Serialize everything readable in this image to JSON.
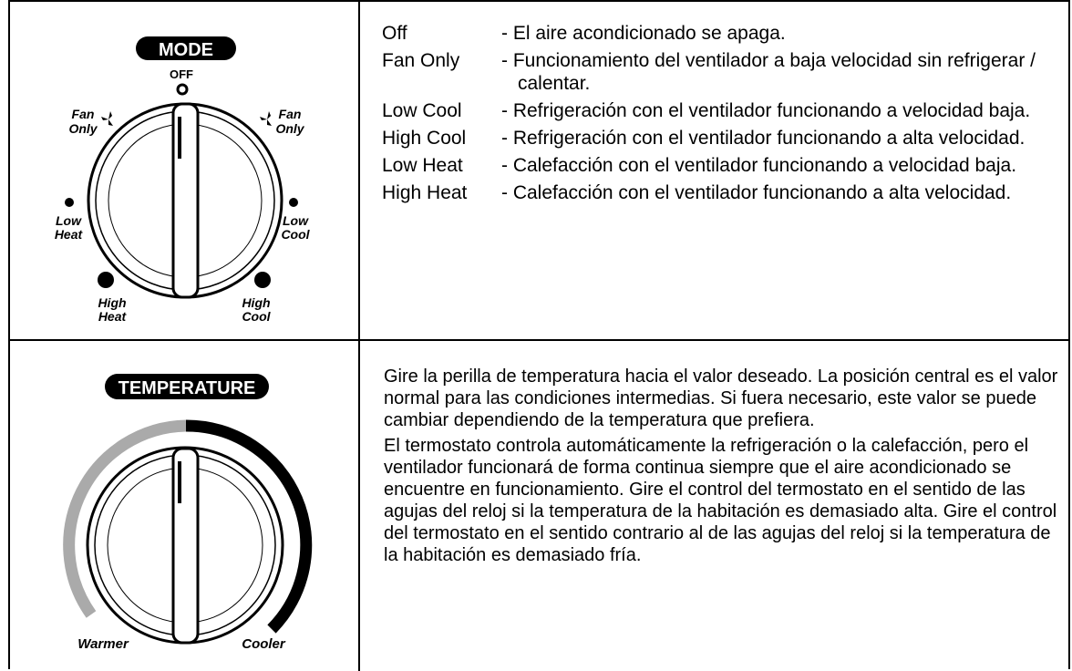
{
  "mode_dial": {
    "badge": "MODE",
    "off": "OFF",
    "fan_only_line1": "Fan",
    "fan_only_line2": "Only",
    "low_heat_line1": "Low",
    "low_heat_line2": "Heat",
    "low_cool_line1": "Low",
    "low_cool_line2": "Cool",
    "high_heat_line1": "High",
    "high_heat_line2": "Heat",
    "high_cool_line1": "High",
    "high_cool_line2": "Cool"
  },
  "modes": [
    {
      "name": "Off",
      "desc": "- El aire acondicionado se apaga."
    },
    {
      "name": "Fan Only",
      "desc": "- Funcionamiento del ventilador a baja velocidad sin refrigerar / calentar."
    },
    {
      "name": "Low Cool",
      "desc": "- Refrigeración con el ventilador funcionando a velocidad baja."
    },
    {
      "name": "High Cool",
      "desc": "- Refrigeración con el ventilador funcionando a alta velocidad."
    },
    {
      "name": "Low Heat",
      "desc": "- Calefacción con el ventilador funcionando a velocidad baja."
    },
    {
      "name": "High Heat",
      "desc": "- Calefacción con el ventilador funcionando a alta velocidad."
    }
  ],
  "temp_dial": {
    "badge": "TEMPERATURE",
    "warmer": "Warmer",
    "cooler": "Cooler"
  },
  "temp_text": {
    "p1": "Gire la perilla de temperatura hacia el valor deseado. La posición central es el valor normal para las condiciones intermedias. Si fuera necesario, este valor se puede cambiar dependiendo de la temperatura que prefiera.",
    "p2": "El termostato controla automáticamente la refrigeración o la calefacción, pero el ventilador funcionará de forma continua siempre que el aire acondicionado se encuentre en funcionamiento. Gire el control del termostato en el sentido de las agujas del reloj si la temperatura de la habitación es demasiado alta. Gire el control del termostato en el sentido contrario al de las agujas del reloj si la temperatura de la habitación es demasiado fría."
  }
}
